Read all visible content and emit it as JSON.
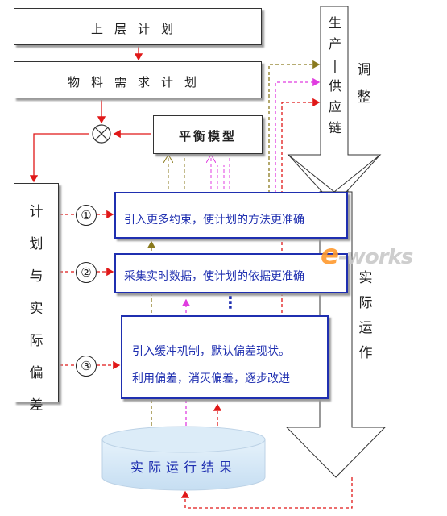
{
  "upper_plan": "上层计划",
  "mrp": "物料需求计划",
  "balance_model": "平衡模型",
  "supply_chain": "生产－供应链",
  "adjust": "调整",
  "actual_operation": "实际运作",
  "plan_vs_actual_deviation": "计划与实际偏差",
  "steps": [
    {
      "marker": "①",
      "text": "引入更多约束，使计划的方法更准确"
    },
    {
      "marker": "②",
      "text": "采集实时数据，使计划的依据更准确"
    },
    {
      "marker": "③",
      "lines": [
        "引入缓冲机制，默认偏差现状。",
        "利用偏差，消灭偏差，逐步改进"
      ]
    }
  ],
  "ellipsis": "⋮",
  "actual_results": "实际运行结果",
  "watermark": "e-works",
  "colors": {
    "red": "#e01818",
    "olive": "#8a7a1e",
    "magenta": "#e03ce0",
    "blue_text": "#1f2fb0",
    "db_fill": "#cfe4f4"
  }
}
